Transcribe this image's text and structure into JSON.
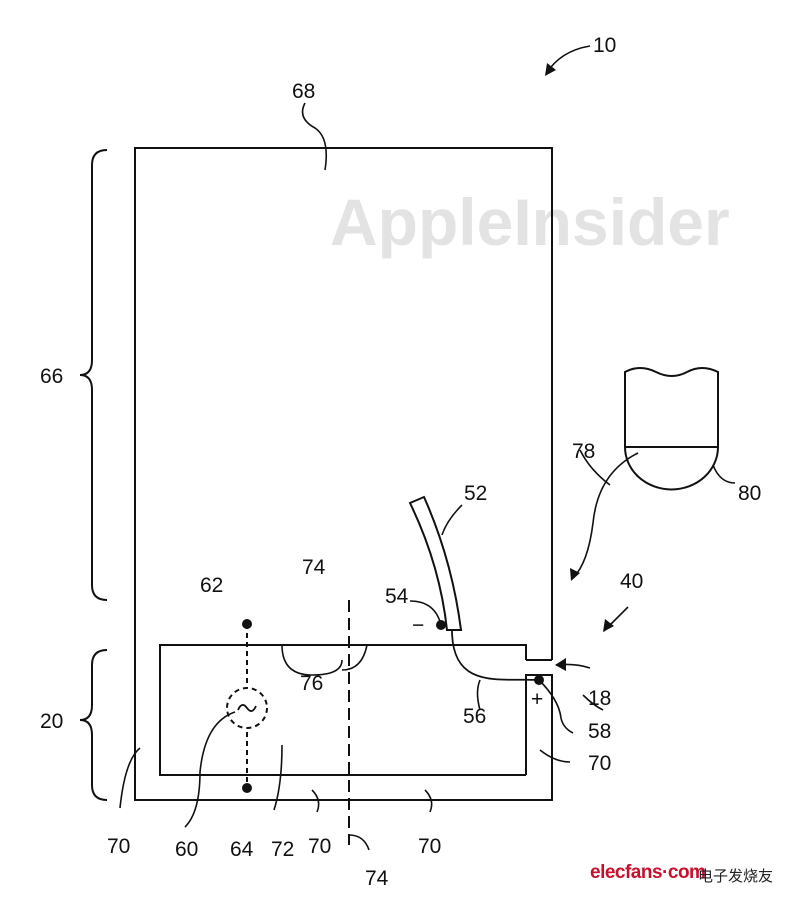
{
  "watermark": "AppleInsider",
  "labels": {
    "l10": "10",
    "l68": "68",
    "l66": "66",
    "l20": "20",
    "l78": "78",
    "l80": "80",
    "l52": "52",
    "l40": "40",
    "l74_top": "74",
    "l62": "62",
    "l54": "54",
    "l76": "76",
    "l18": "18",
    "l56": "56",
    "l58": "58",
    "l70_right": "70",
    "l70_left": "70",
    "l60": "60",
    "l64": "64",
    "l72": "72",
    "l70_mid": "70",
    "l70_bottom": "70",
    "l74_bottom": "74"
  },
  "polarity": {
    "minus": "−",
    "plus": "+"
  },
  "source_logo": {
    "text": "elecfans·com",
    "cn": "电子发烧友",
    "color": "#c8102e"
  }
}
